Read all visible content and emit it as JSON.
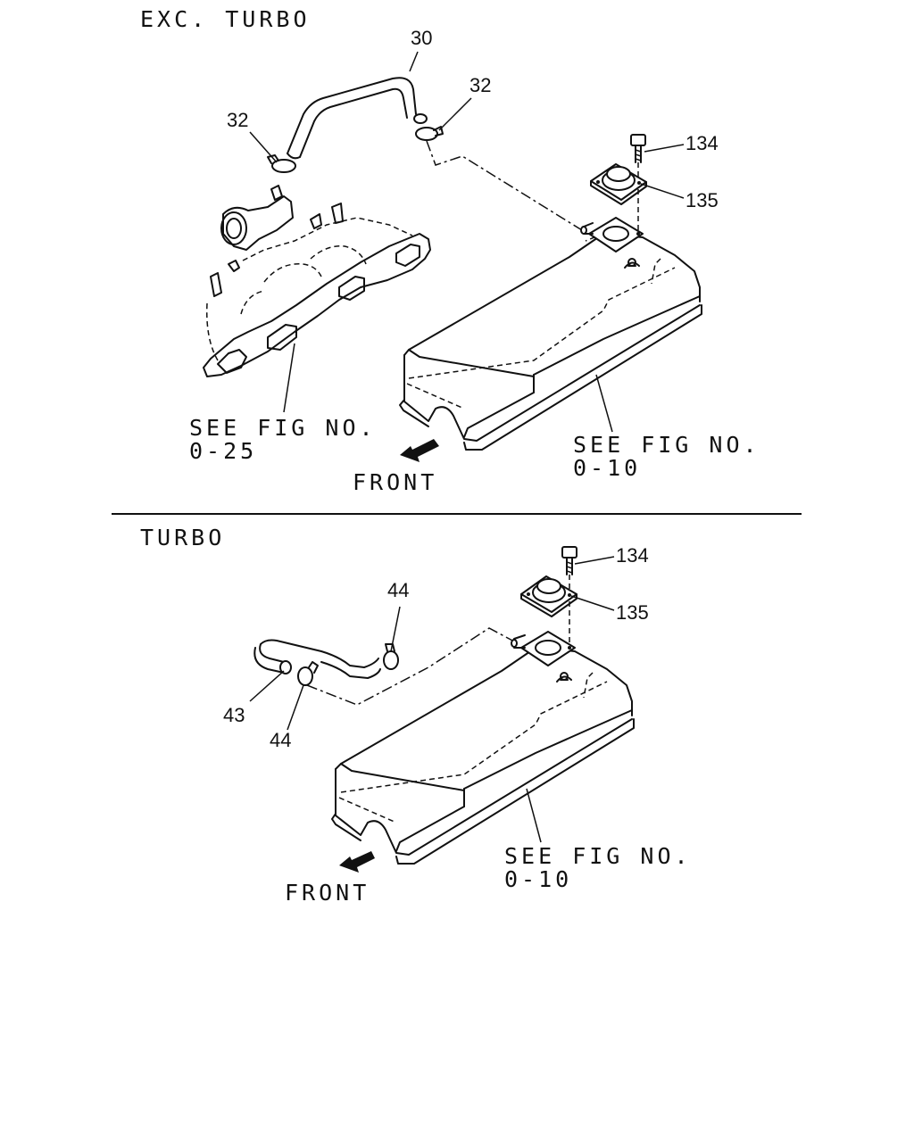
{
  "sections": {
    "exc_turbo": {
      "title": "EXC. TURBO",
      "callouts": [
        "30",
        "32",
        "32",
        "134",
        "135"
      ],
      "ref_manifold": [
        "SEE FIG NO.",
        "0-25"
      ],
      "ref_cover": [
        "SEE FIG NO.",
        "0-10"
      ],
      "front_label": "FRONT"
    },
    "turbo": {
      "title": "TURBO",
      "callouts": [
        "44",
        "43",
        "44",
        "134",
        "135"
      ],
      "ref_cover": [
        "SEE FIG NO.",
        "0-10"
      ],
      "front_label": "FRONT"
    }
  }
}
